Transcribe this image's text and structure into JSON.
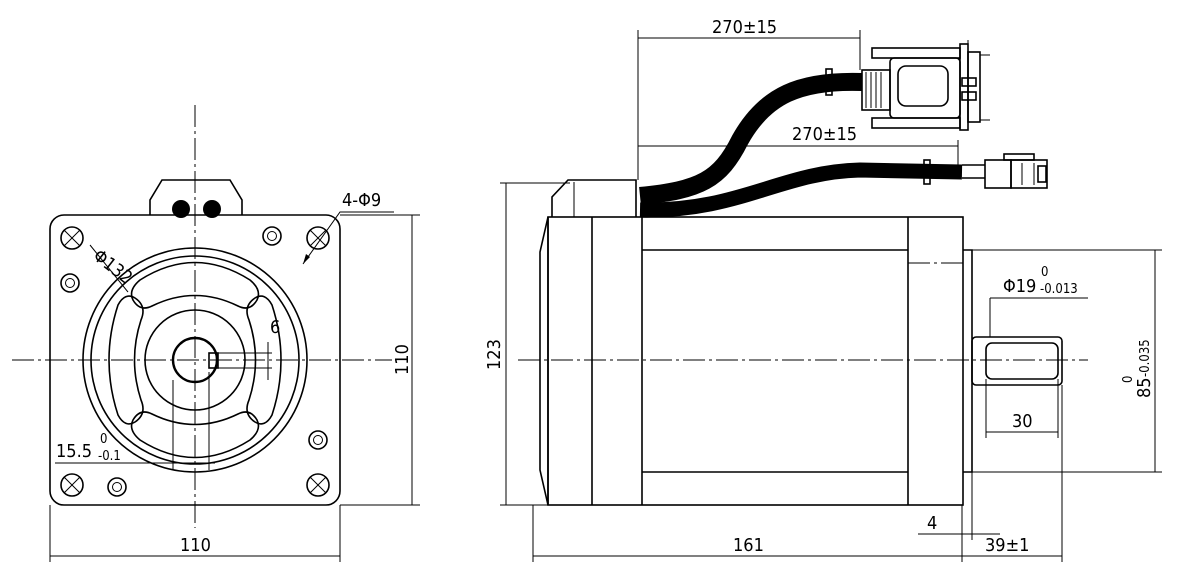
{
  "front_view": {
    "dim_width": "110",
    "dim_height": "110",
    "dim_holes": "4-Φ9",
    "dim_pcd": "Φ132",
    "dim_key": "6",
    "dim_shaft_main": "15.5",
    "dim_shaft_upper": "0",
    "dim_shaft_lower": "-0.1"
  },
  "side_view": {
    "dim_cable_1": "270±15",
    "dim_cable_2": "270±15",
    "dim_height": "123",
    "dim_body_length": "161",
    "dim_shaft_length": "39±1",
    "dim_flange": "4",
    "dim_key_length": "30",
    "dim_shaft_dia_main": "Φ19",
    "dim_shaft_dia_upper": "0",
    "dim_shaft_dia_lower": "-0.013",
    "dim_pilot_main": "85",
    "dim_pilot_upper": "0",
    "dim_pilot_lower": "-0.035"
  }
}
